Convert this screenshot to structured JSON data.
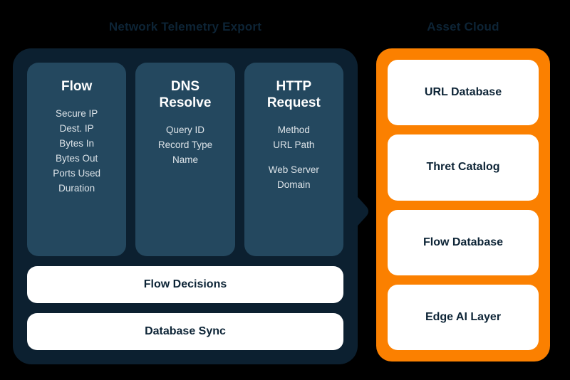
{
  "left": {
    "title": "Network Telemetry Export",
    "cards": [
      {
        "title_line1": "Flow",
        "title_line2": "",
        "fields": [
          "Secure IP",
          "Dest. IP",
          "Bytes In",
          "Bytes Out",
          "Ports Used",
          "Duration"
        ]
      },
      {
        "title_line1": "DNS",
        "title_line2": "Resolve",
        "fields": [
          "Query ID",
          "Record Type",
          "Name"
        ]
      },
      {
        "title_line1": "HTTP",
        "title_line2": "Request",
        "fields": [
          "Method",
          "URL Path",
          "Web Server",
          "Domain"
        ]
      }
    ],
    "bars": [
      {
        "label": "Flow Decisions"
      },
      {
        "label": "Database Sync"
      }
    ]
  },
  "right": {
    "title": "Asset Cloud",
    "cards": [
      {
        "label": "URL Database"
      },
      {
        "label": "Thret Catalog"
      },
      {
        "label": "Flow Database"
      },
      {
        "label": "Edge AI Layer"
      }
    ]
  },
  "connector": {
    "name": "arrow-right-icon",
    "direction": "right"
  },
  "colors": {
    "background": "#000000",
    "panel_dark": "#0C2030",
    "card_dark": "#24485F",
    "panel_orange": "#FB8000",
    "card_white": "#FFFFFF",
    "text_dark": "#0D2436",
    "text_light": "#DCE3E8"
  }
}
